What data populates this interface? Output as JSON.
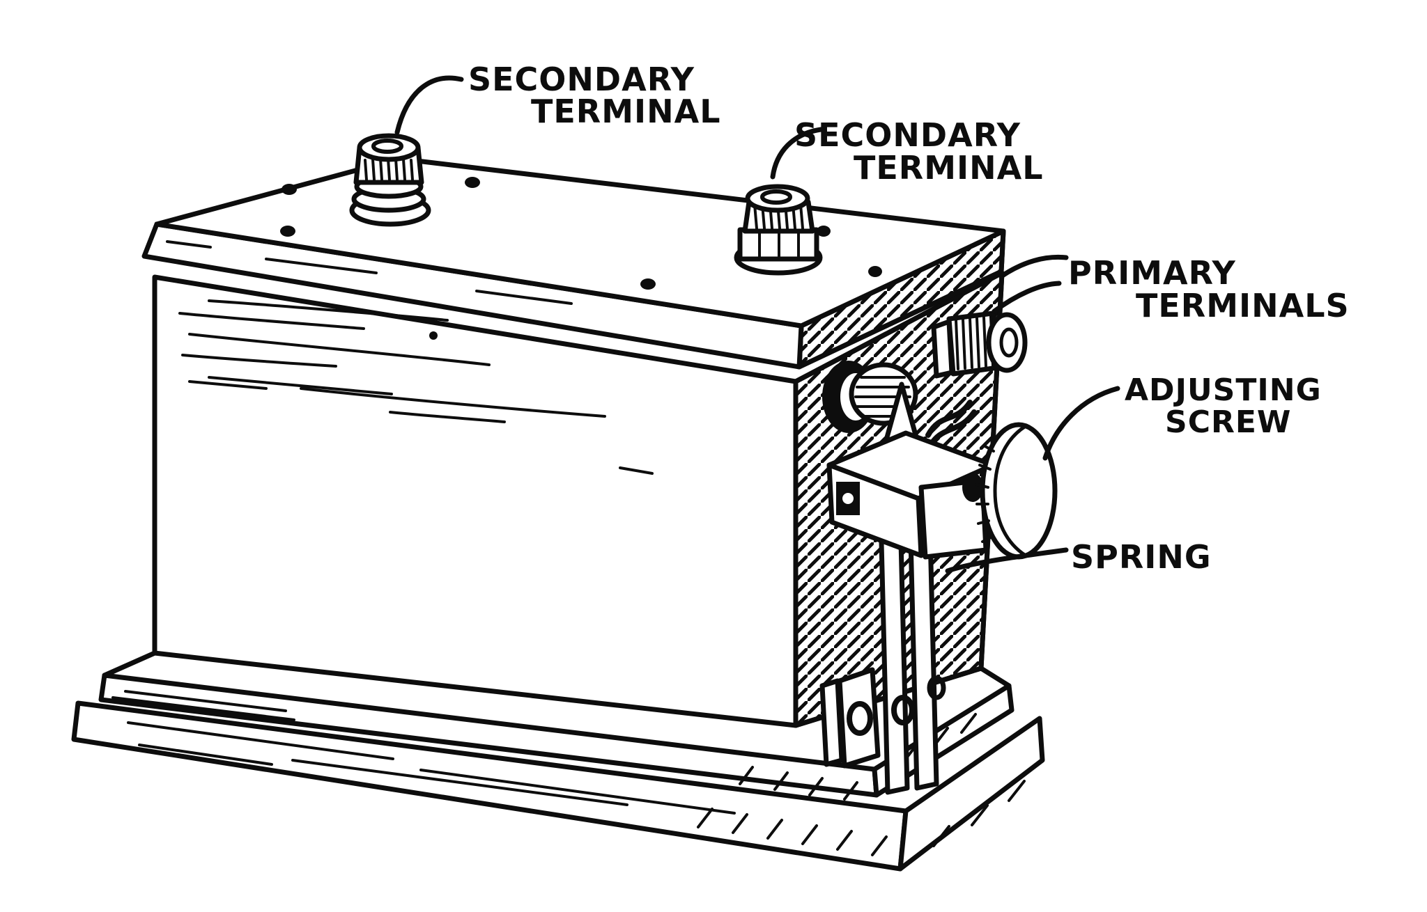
{
  "figure": {
    "type": "technical-line-drawing",
    "subject": "induction spark coil in wooden box, perspective view",
    "paper_color": "#ffffff",
    "ink_color": "#0d0d0d",
    "labels": {
      "secondary_terminal_left": {
        "line1": "SECONDARY",
        "line2": "TERMINAL"
      },
      "secondary_terminal_right": {
        "line1": "SECONDARY",
        "line2": "TERMINAL"
      },
      "primary_terminals": {
        "line1": "PRIMARY",
        "line2": "TERMINALS"
      },
      "adjusting_screw": {
        "line1": "ADJUSTING",
        "line2": "SCREW"
      },
      "spring": {
        "line1": "SPRING"
      }
    }
  }
}
